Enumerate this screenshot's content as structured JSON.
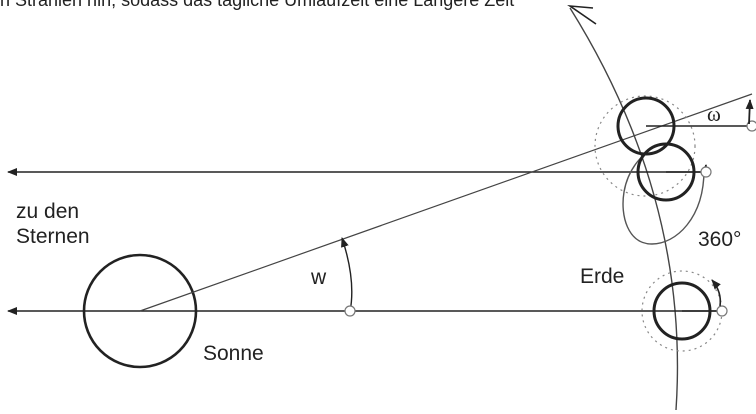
{
  "header_text": "in Strahlen hin, sodass das tagliche Umlaufzeit eine Langere Zeit",
  "labels": {
    "to_stars_line1": "zu den",
    "to_stars_line2": "Sternen",
    "sun": "Sonne",
    "earth": "Erde",
    "angle_w": "w",
    "angle_omega": "ω",
    "degrees_360": "360°"
  },
  "colors": {
    "line": "#222222",
    "thin_line": "#666666",
    "dotted": "#888888",
    "background": "#ffffff"
  }
}
